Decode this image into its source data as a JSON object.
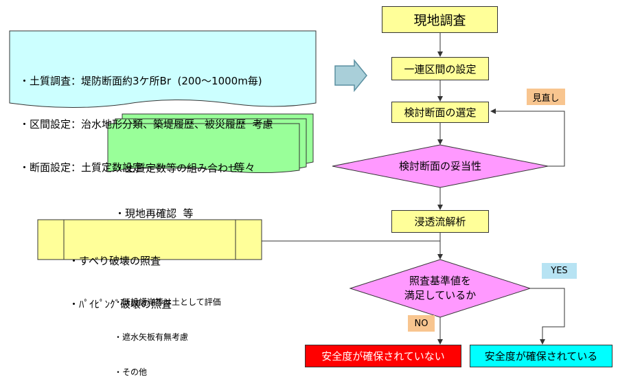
{
  "flow": {
    "step1": "現地調査",
    "step2": "一連区間の設定",
    "step3": "検討断面の選定",
    "decision1": "検討断面の妥当性",
    "step4": "浸透流解析",
    "decision2_line1": "照査基準値を",
    "decision2_line2": "満足しているか",
    "result_no": "安全度が確保されていない",
    "result_yes": "安全度が確保されている"
  },
  "labels": {
    "review": "見直し",
    "yes": "YES",
    "no": "NO"
  },
  "notes": {
    "survey": [
      "・土質調査：堤防断面約3ケ所Br  (200～1000m毎)",
      "・区間設定：治水地形分類、築堤履歴、被災履歴  考慮",
      "・断面設定：土質定数設定                            等々"
    ],
    "combinations": [
      "・土質定数等の組み合わせ",
      "・現地再確認  等"
    ],
    "checks": [
      "・すべり破壊の照査",
      "・ﾊﾟｲﾋﾟﾝｸﾞ破壊の照査"
    ],
    "misc": [
      "・既設護岸等は土として評価",
      "・遮水矢板有無考慮",
      "・その他"
    ]
  },
  "colors": {
    "yellow_box": "#ffff99",
    "decision": "#ff99ff",
    "survey_note": "#ccffff",
    "combo_note": "#99ff99",
    "result_no": "#ff0000",
    "result_yes": "#00ffff"
  }
}
